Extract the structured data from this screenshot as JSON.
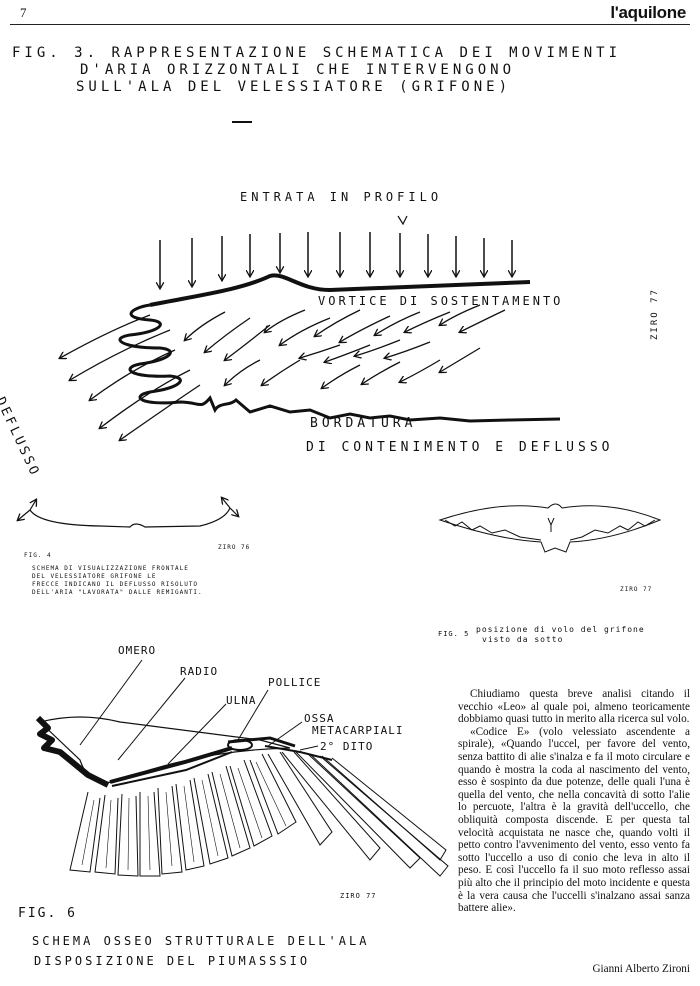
{
  "header": {
    "page_number": "7",
    "brand": "l'aquilone"
  },
  "fig3": {
    "label": "FIG. 3.",
    "line1": "RAPPRESENTAZIONE SCHEMATICA DEI MOVIMENTI",
    "line2": "D'ARIA ORIZZONTALI CHE INTERVENGONO",
    "line3": "SULL'ALA DEL VELESSIATORE (GRIFONE)",
    "entrata": "ENTRATA IN PROFILO",
    "vortice": "VORTICE DI SOSTENTAMENTO",
    "deflusso": "DEFLUSSO",
    "bordatura1": "BORDATURA",
    "bordatura2": "DI CONTENIMENTO E DEFLUSSO",
    "signature": "ZIRO 77"
  },
  "fig4": {
    "signature": "ZIRO 76",
    "label": "FIG. 4",
    "caption_1": "SCHEMA DI VISUALIZZAZIONE FRONTALE",
    "caption_2": "DEL VELESSIATORE GRIFONE LE",
    "caption_3": "FRECCE INDICANO IL DEFLUSSO RISOLUTO",
    "caption_4": "DELL'ARIA \"LAVORATA\" DALLE REMIGANTI."
  },
  "fig5": {
    "signature": "ZIRO 77",
    "label": "FIG. 5",
    "caption_1": "posizione di volo del grifone",
    "caption_2": "visto da sotto"
  },
  "fig6": {
    "omero": "OMERO",
    "radio": "RADIO",
    "ulna": "ULNA",
    "pollice": "POLLICE",
    "ossa1": "OSSA",
    "ossa2": "METACARPIALI",
    "dito": "2° DITO",
    "signature": "ZIRO 77",
    "label": "FIG. 6",
    "caption_1": "SCHEMA OSSEO STRUTTURALE DELL'ALA",
    "caption_2": "DISPOSIZIONE DEL PIUMASSSIO"
  },
  "article": {
    "p1": "Chiudiamo questa breve analisi citando il vecchio «Leo» al quale poi, almeno teoricamente dobbiamo quasi tutto in merito alla ricerca sul volo.",
    "p2": "«Codice E» (volo velessiato ascendente a spirale), «Quando l'uccel, per favore del vento, senza battito di alie s'inalza e fa il moto circulare e quando è mostra la coda al nascimento del vento, esso è sospinto da due potenze, delle quali l'una è quella del vento, che nella concavità di sotto l'alie lo percuote, l'altra è la gravità dell'uccello, che obliquità composta discende. E per questa tal velocità acquistata ne nasce che, quando volti il petto contro l'avvenimento del vento, esso vento fa sotto l'uccello a uso di conio che leva in alto il peso. E così l'uccello fa il suo moto reflesso assai più alto che il principio del moto incidente e questa è la vera causa che l'uccelli s'inalzano assai sanza battere alie».",
    "author": "Gianni Alberto Zironi"
  }
}
